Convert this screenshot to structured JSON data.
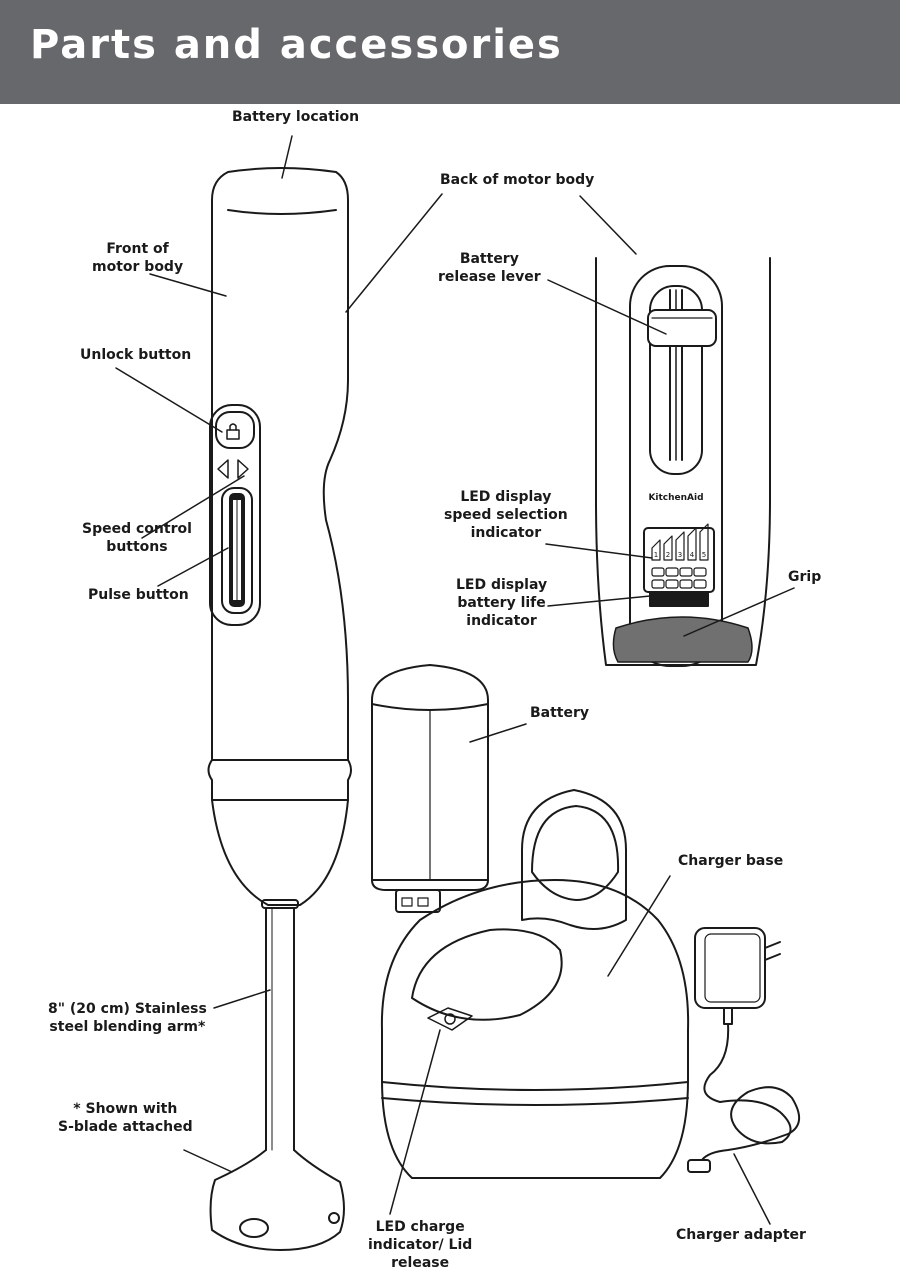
{
  "header": {
    "title": "Parts and accessories"
  },
  "labels": {
    "battery_location": "Battery location",
    "back_motor_body": "Back of motor body",
    "front_motor_body": "Front of\nmotor body",
    "unlock_button": "Unlock button",
    "battery_release_lever": "Battery\nrelease lever",
    "speed_control_buttons": "Speed control\nbuttons",
    "pulse_button": "Pulse button",
    "led_speed": "LED display\nspeed selection\nindicator",
    "led_battery": "LED display\nbattery life\nindicator",
    "grip": "Grip",
    "battery": "Battery",
    "charger_base": "Charger base",
    "blending_arm": "8\" (20 cm) Stainless\nsteel blending arm*",
    "shown_with": "* Shown with\nS-blade attached",
    "led_charge": "LED charge\nindicator/ Lid\nrelease",
    "charger_adapter": "Charger adapter"
  },
  "brand_logo": "KitchenAid",
  "speed_digits": [
    "1",
    "2",
    "3",
    "4",
    "5"
  ],
  "colors": {
    "header_bg": "#67686b",
    "header_text": "#ffffff",
    "line": "#1a1a1a",
    "grip": "#707070"
  }
}
